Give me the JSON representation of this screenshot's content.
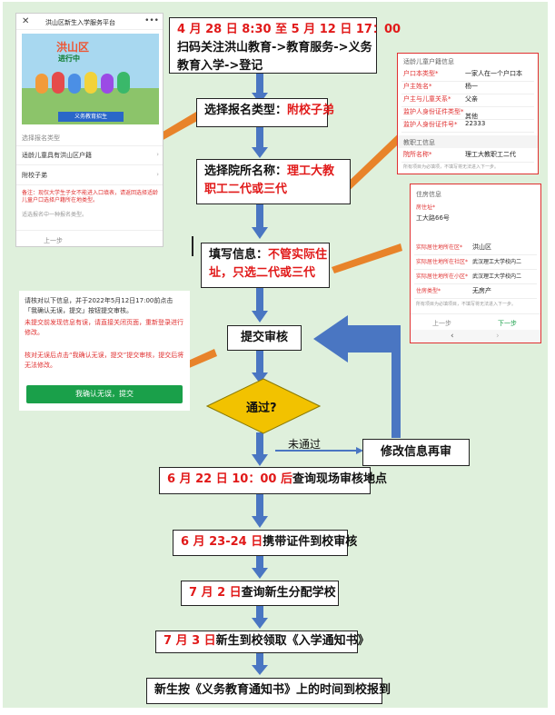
{
  "step1": {
    "line1": "4 月 28 日 8:30 至 5 月 12 日 17：00",
    "line2": "扫码关注洪山教育->教育服务->义务",
    "line3": "教育入学->登记"
  },
  "step2": {
    "label": "选择报名类型：",
    "value": "附校子弟"
  },
  "step3": {
    "label": "选择院所名称：",
    "value1": "理工大教",
    "value2": "职工二代或三代"
  },
  "step4": {
    "label": "填写信息：",
    "value1": "不管实际住",
    "value2": "址，只选二代或三代"
  },
  "step5": {
    "label": "提交审核"
  },
  "decision": {
    "label": "通过?"
  },
  "fail": {
    "label": "未通过"
  },
  "revise": {
    "label": "修改信息再审"
  },
  "step6": {
    "red": "6 月 22 日 10：00 后",
    "text": "查询现场审核地点"
  },
  "step7": {
    "red": "6 月 23-24 日",
    "text": "携带证件到校审核"
  },
  "step8": {
    "red": "7 月 2 日",
    "text": "查询新生分配学校"
  },
  "step9": {
    "red": "7 月 3 日",
    "text": "新生到校领取《入学通知书》"
  },
  "step10": {
    "text": "新生按《义务教育通知书》上的时间到校报到"
  },
  "phone1": {
    "title": "洪山区新生入学服务平台",
    "banner1": "洪山区",
    "banner2": "进行中",
    "banner3": "义务教育招生",
    "section": "选择报名类型",
    "item1": "适龄儿童具有洪山区户籍",
    "item2": "附校子弟",
    "note": "备注：现仅大学生子女不能进入口填表，请返回选择适龄儿童户口选择户籍所在地类型。",
    "note2": "适选报名中一种报名类型。",
    "back": "上一步"
  },
  "phone2": {
    "header": "适龄儿童户籍信息",
    "rows": [
      {
        "k": "户口本类型*",
        "v": "一家人在一个户口本"
      },
      {
        "k": "户主姓名*",
        "v": "杨一"
      },
      {
        "k": "户主与儿童关系*",
        "v": "父亲"
      },
      {
        "k": "监护人身份证件类型*",
        "v": "其他"
      },
      {
        "k": "监护人身份证件号*",
        "v": "22333"
      }
    ],
    "section2": "教职工信息",
    "row6": {
      "k": "院所名称*",
      "v": "理工大教职工二代"
    },
    "note": "所有项目为必填项，不填写将无法进入下一步。"
  },
  "phone3": {
    "header": "住房信息",
    "addr_k": "房住址*",
    "addr_v": "工大路66号",
    "rows": [
      {
        "k": "实际居住地所在区*",
        "v": "洪山区"
      },
      {
        "k": "实际居住地所在社区*",
        "v": "武汉理工大学校内二"
      },
      {
        "k": "实际居住地所在小区*",
        "v": "武汉理工大学校内二"
      },
      {
        "k": "住房类型*",
        "v": "无房产"
      }
    ],
    "note": "所有项目为必填项目，不填写将无法进入下一步。",
    "prev": "上一步",
    "next": "下一步"
  },
  "phone4": {
    "p1": "请核对以下信息，并于2022年5月12日17:00前点击「我确认无误，提交」按钮提交审核。",
    "p2": "未提交前发现信息有误，请直接关闭页面，重新登录进行修改。",
    "p3": "核对无误后点击“我确认无误，提交”提交审核，提交后将无法修改。",
    "button": "我确认无误，提交"
  },
  "colors": {
    "arrow": "#4a76c2",
    "pointer": "#e8832a",
    "decision": "#f2c200",
    "red": "#e11919"
  }
}
